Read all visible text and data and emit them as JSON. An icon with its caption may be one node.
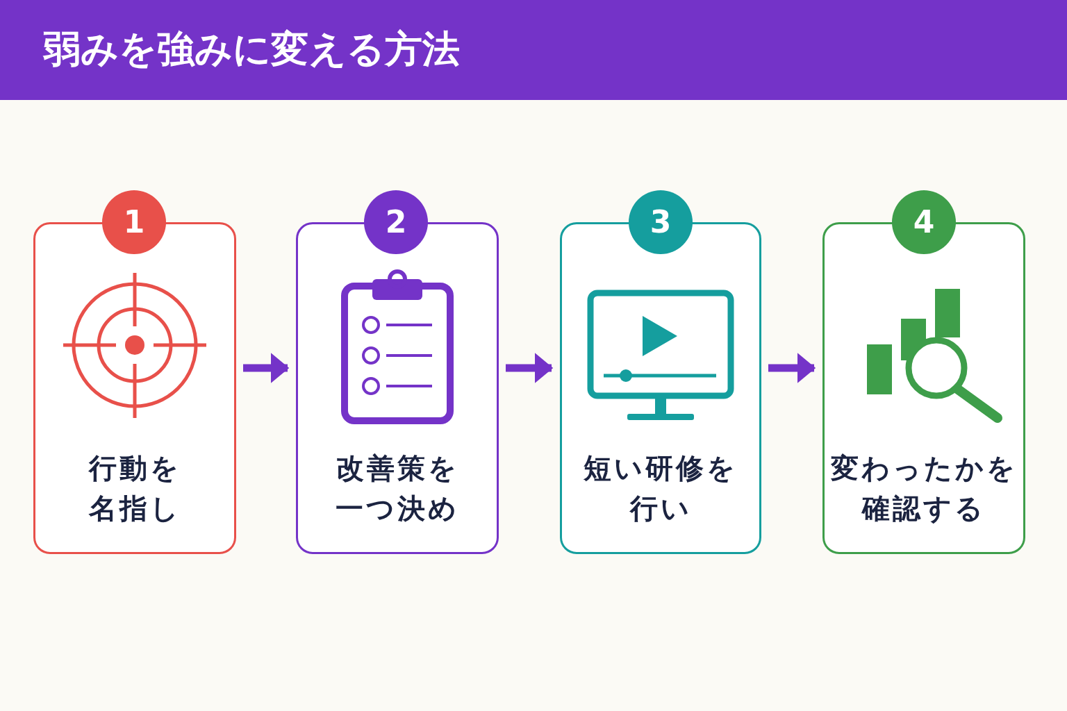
{
  "diagram": {
    "title": "弱みを強みに変える方法",
    "nodes": [
      {
        "text": [
          "1"
        ]
      },
      {
        "text": [
          "行動を名指し"
        ]
      },
      {
        "text": [
          "2"
        ]
      },
      {
        "text": [
          "改善策を一つ決め"
        ]
      },
      {
        "text": [
          "3"
        ]
      },
      {
        "text": [
          "短い研修を行い"
        ]
      },
      {
        "text": [
          "4"
        ]
      },
      {
        "text": [
          "変わったかを確認する"
        ]
      }
    ],
    "edges": [
      {
        "from": 1,
        "to": 3,
        "arrow": "to"
      },
      {
        "from": 3,
        "to": 5,
        "arrow": "to"
      },
      {
        "from": 5,
        "to": 7,
        "arrow": "to"
      }
    ]
  }
}
